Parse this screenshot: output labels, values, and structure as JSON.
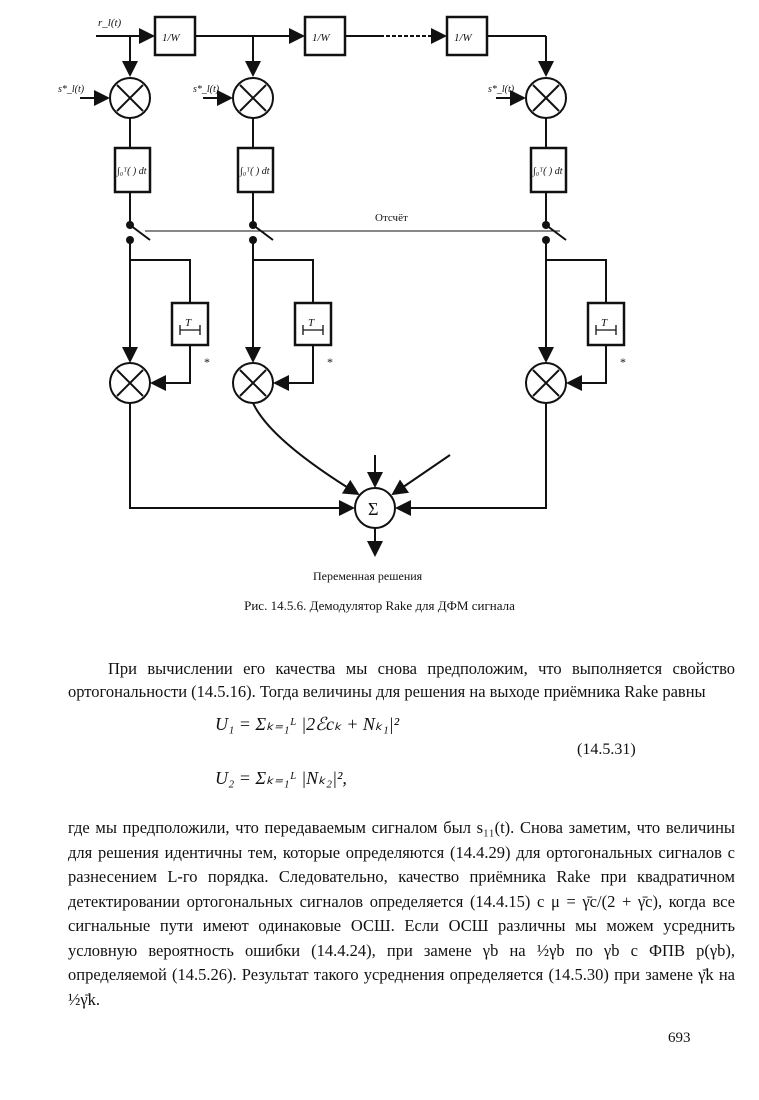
{
  "diagram": {
    "input_label": "r_l(t)",
    "delay_label": "1/W",
    "ref_label": "s*_l(t)",
    "integrator_label": "∫₀ᵀ( ) dt",
    "sample_label": "Отсчёт",
    "tdelay_label": "T",
    "conj_mark": "*",
    "sum_symbol": "Σ",
    "output_label": "Переменная решения"
  },
  "caption": "Рис. 14.5.6. Демодулятор Rake для ДФМ сигнала",
  "paragraph1": "При вычислении его качества мы снова предположим, что выполняется свойство ортогональности (14.5.16). Тогда величины для решения на выходе приёмника Rake равны",
  "equations": {
    "eq1": "U₁ = Σₖ₌₁ᴸ |2ℰcₖ + Nₖ₁|²",
    "eq2": "U₂ = Σₖ₌₁ᴸ |Nₖ₂|²,",
    "number": "(14.5.31)"
  },
  "paragraph2": "где мы предположили, что передаваемым сигналом был s₁₁(t). Снова заметим, что величины для решения идентичны тем, которые определяются (14.4.29) для ортогональных сигналов с разнесением L-го порядка. Следовательно, качество приёмника Rake при квадратичном детектировании ортогональных сигналов определяется (14.4.15) с μ = γ̄c/(2 + γ̄c), когда все сигнальные пути имеют одинаковые ОСШ. Если ОСШ различны мы можем усреднить условную вероятность ошибки (14.4.24), при замене γb на ½γb по γb с ФПВ p(γb), определяемой (14.5.26). Результат такого усреднения определяется (14.5.30) при замене γ̄̄k на ½γ̄k.",
  "page_number": "693"
}
